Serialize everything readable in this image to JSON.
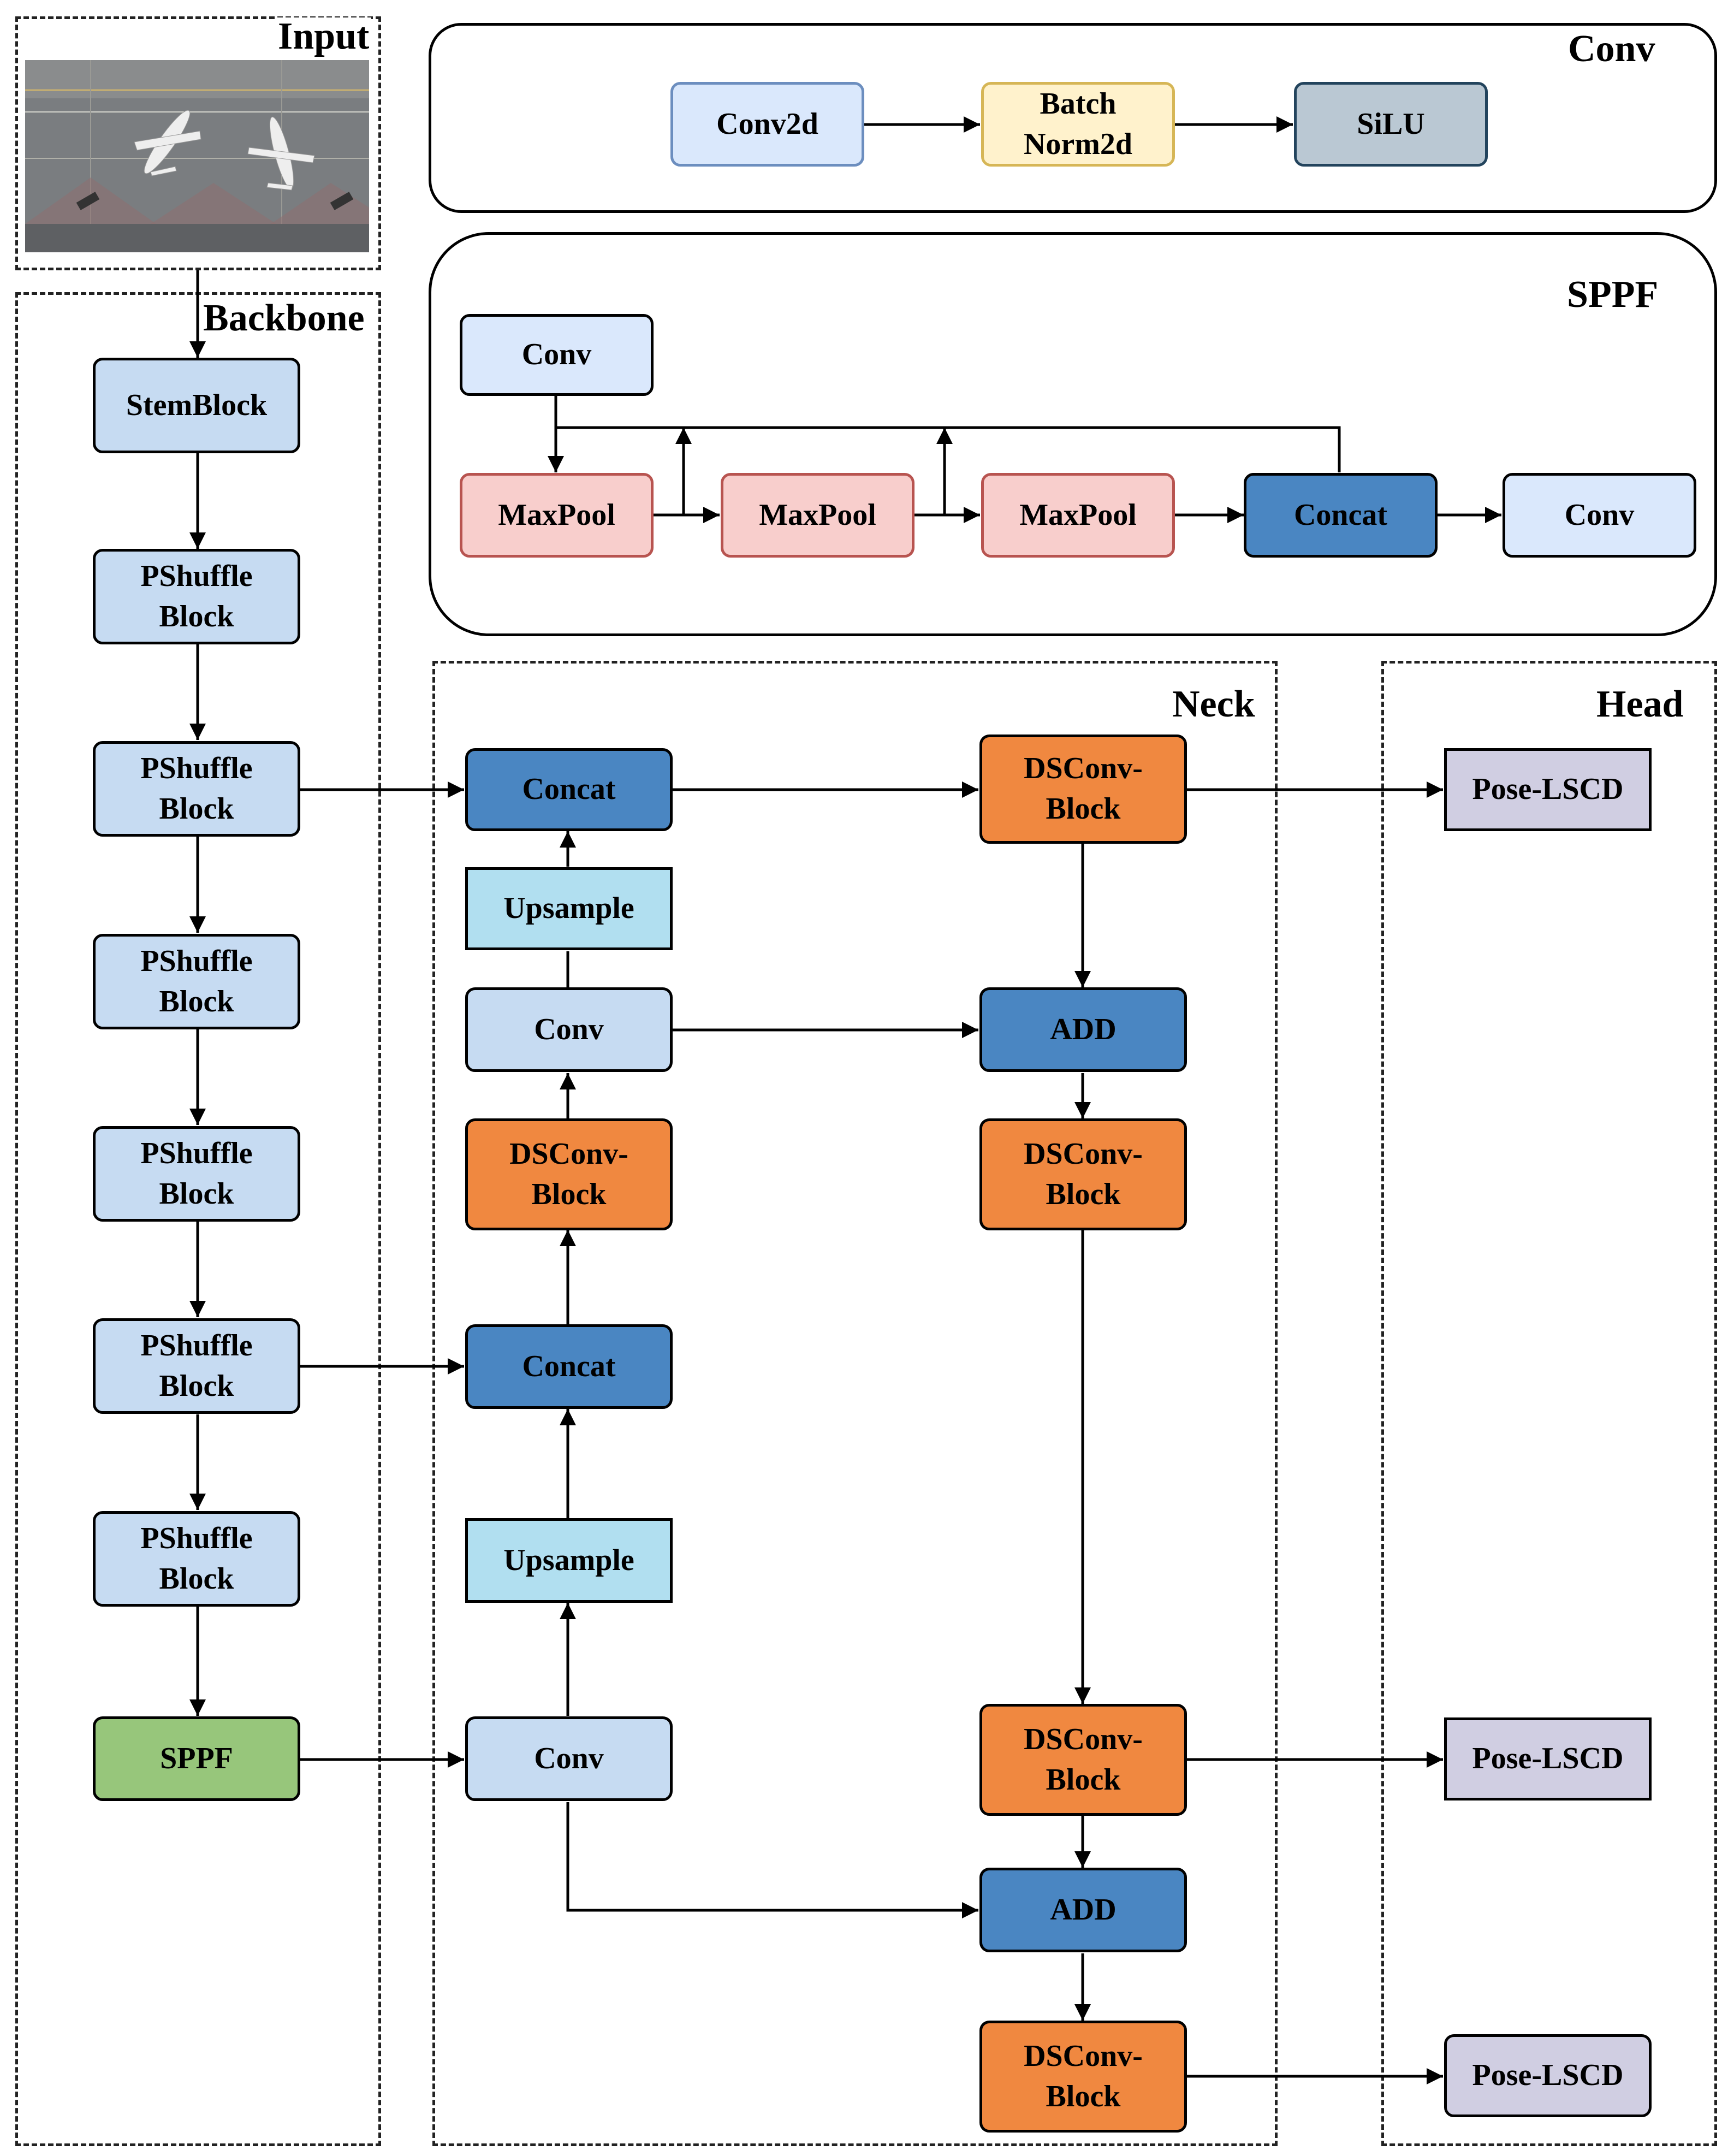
{
  "regions": {
    "input": "Input",
    "backbone": "Backbone",
    "conv": "Conv",
    "sppf": "SPPF",
    "neck": "Neck",
    "head": "Head"
  },
  "conv_detail": {
    "conv2d": "Conv2d",
    "batchnorm": "Batch\nNorm2d",
    "silu": "SiLU"
  },
  "sppf_detail": {
    "conv_in": "Conv",
    "maxpool_1": "MaxPool",
    "maxpool_2": "MaxPool",
    "maxpool_3": "MaxPool",
    "concat": "Concat",
    "conv_out": "Conv"
  },
  "backbone": {
    "stem": "StemBlock",
    "pshuffle_1": "PShuffle\nBlock",
    "pshuffle_2": "PShuffle\nBlock",
    "pshuffle_3": "PShuffle\nBlock",
    "pshuffle_4": "PShuffle\nBlock",
    "pshuffle_5": "PShuffle\nBlock",
    "pshuffle_6": "PShuffle\nBlock",
    "sppf": "SPPF"
  },
  "neck": {
    "concat_top": "Concat",
    "upsample_top": "Upsample",
    "conv_mid": "Conv",
    "dsconv_left": "DSConv-\nBlock",
    "concat_mid": "Concat",
    "upsample_bottom": "Upsample",
    "conv_bottom": "Conv",
    "dsconv_r1": "DSConv-\nBlock",
    "add_1": "ADD",
    "dsconv_r2": "DSConv-\nBlock",
    "dsconv_r3": "DSConv-\nBlock",
    "add_2": "ADD",
    "dsconv_r4": "DSConv-\nBlock"
  },
  "head": {
    "pose_1": "Pose-LSCD",
    "pose_2": "Pose-LSCD",
    "pose_3": "Pose-LSCD"
  },
  "colors": {
    "light_blue": "#c6dbf2",
    "pale_blue": "#dae8fc",
    "yellow": "#fff2cc",
    "gray_blue": "#bac8d3",
    "pink": "#f8cecc",
    "dark_blue": "#4a86c2",
    "orange": "#f08840",
    "green": "#97c67b",
    "cyan": "#b1dff0",
    "lavender": "#d0cee2"
  }
}
